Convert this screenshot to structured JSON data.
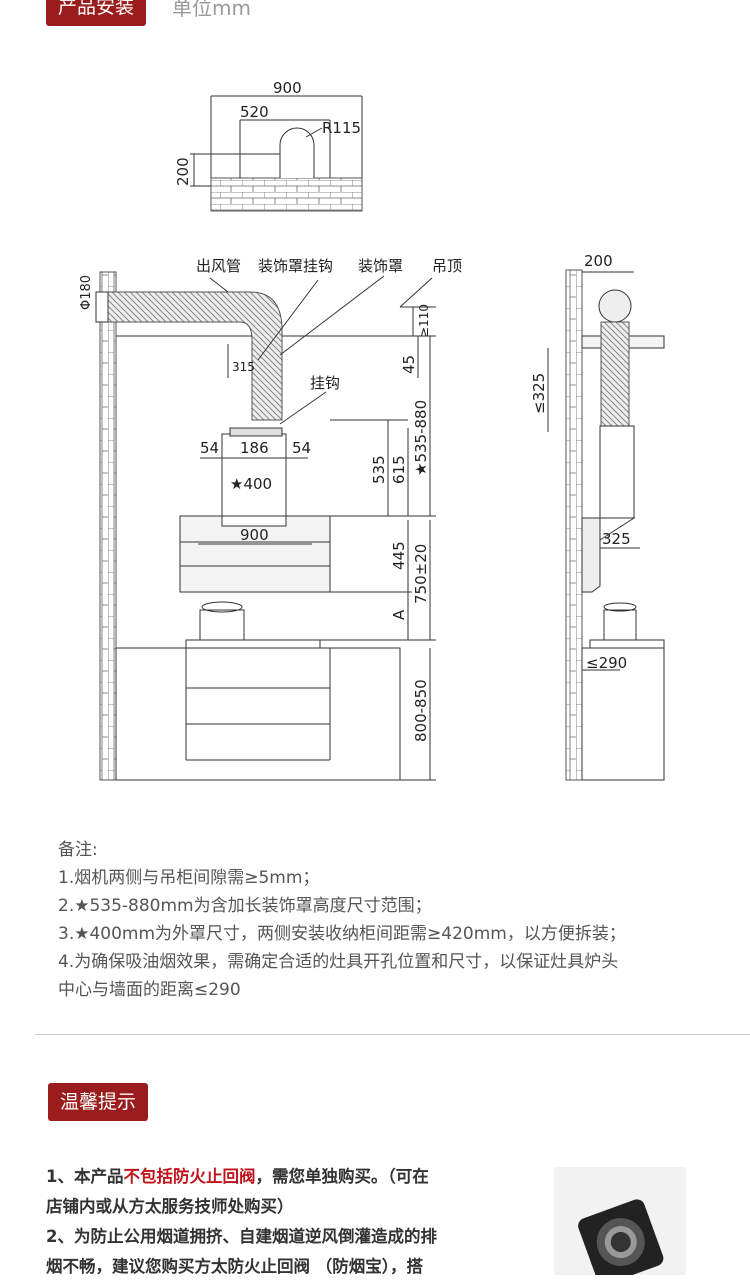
{
  "header": {
    "tag": "产品安装",
    "unit": "单位mm"
  },
  "diagram": {
    "top_width": "900",
    "top_inner": "520",
    "top_radius": "R115",
    "top_height": "200",
    "label_duct": "出风管",
    "label_hook_cover": "装饰罩挂钩",
    "label_cover": "装饰罩",
    "label_ceiling": "吊顶",
    "dia": "Φ180",
    "gap_top": "≥110",
    "d315": "315",
    "d45": "45",
    "hook": "挂钩",
    "d54a": "54",
    "d186": "186",
    "d54b": "54",
    "star400": "★400",
    "d535": "535",
    "d615": "615",
    "d535_880": "★535-880",
    "d900": "900",
    "d445": "445",
    "d750": "750±20",
    "dA": "A",
    "d800_850": "800-850",
    "side_200": "200",
    "side_325a": "≤325",
    "side_325b": "325",
    "side_290": "≤290"
  },
  "notes": {
    "title": "备注:",
    "items": [
      "1.烟机两侧与吊柜间隙需≥5mm；",
      "2.★535-880mm为含加长装饰罩高度尺寸范围；",
      "3.★400mm为外罩尺寸，两侧安装收纳柜间距需≥420mm，以方便拆装；",
      "4.为确保吸油烟效果，需确定合适的灶具开孔位置和尺寸，以保证灶具炉头",
      "中心与墙面的距离≤290"
    ]
  },
  "tips": {
    "tag": "温馨提示",
    "l1a": "1、本产品",
    "l1b": "不包括防火止回阀",
    "l1c": "，需您单独购买。（可在",
    "l2": "店铺内或从方太服务技师处购买）",
    "l3": "2、为防止公用烟道拥挤、自建烟道逆风倒灌造成的排",
    "l4": "烟不畅，建议您购买方太防火止回阀 （防烟宝），搭"
  },
  "colors": {
    "accent": "#9b1c1c",
    "highlight": "#c0141c"
  }
}
